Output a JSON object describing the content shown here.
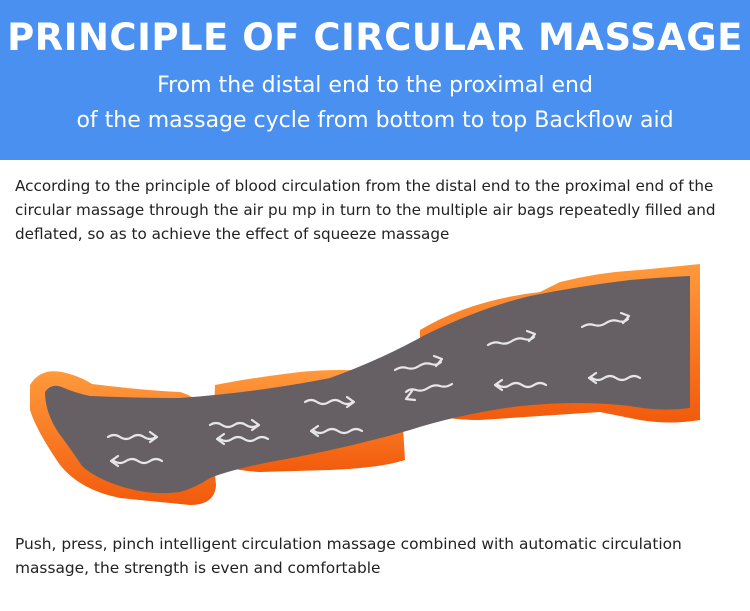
{
  "header": {
    "title": "PRINCIPLE OF CIRCULAR MASSAGE",
    "subtitle_line1": "From the distal end to the proximal end",
    "subtitle_line2": "of the massage cycle from bottom to top Backflow aid"
  },
  "description": "According to the principle of blood circulation from the distal end to the proximal end of the circular massage through the air pu mp in turn to the multiple air bags repeatedly filled and deflated, so as to achieve the effect of squeeze massage",
  "footer": "Push, press, pinch intelligent circulation massage combined with automatic circulation massage, the strength is even and comfortable",
  "colors": {
    "header_bg": "#4a90f0",
    "airbag_orange": "#f7761c",
    "leg_gray": "#666064",
    "arrow": "#e6e6e6"
  }
}
